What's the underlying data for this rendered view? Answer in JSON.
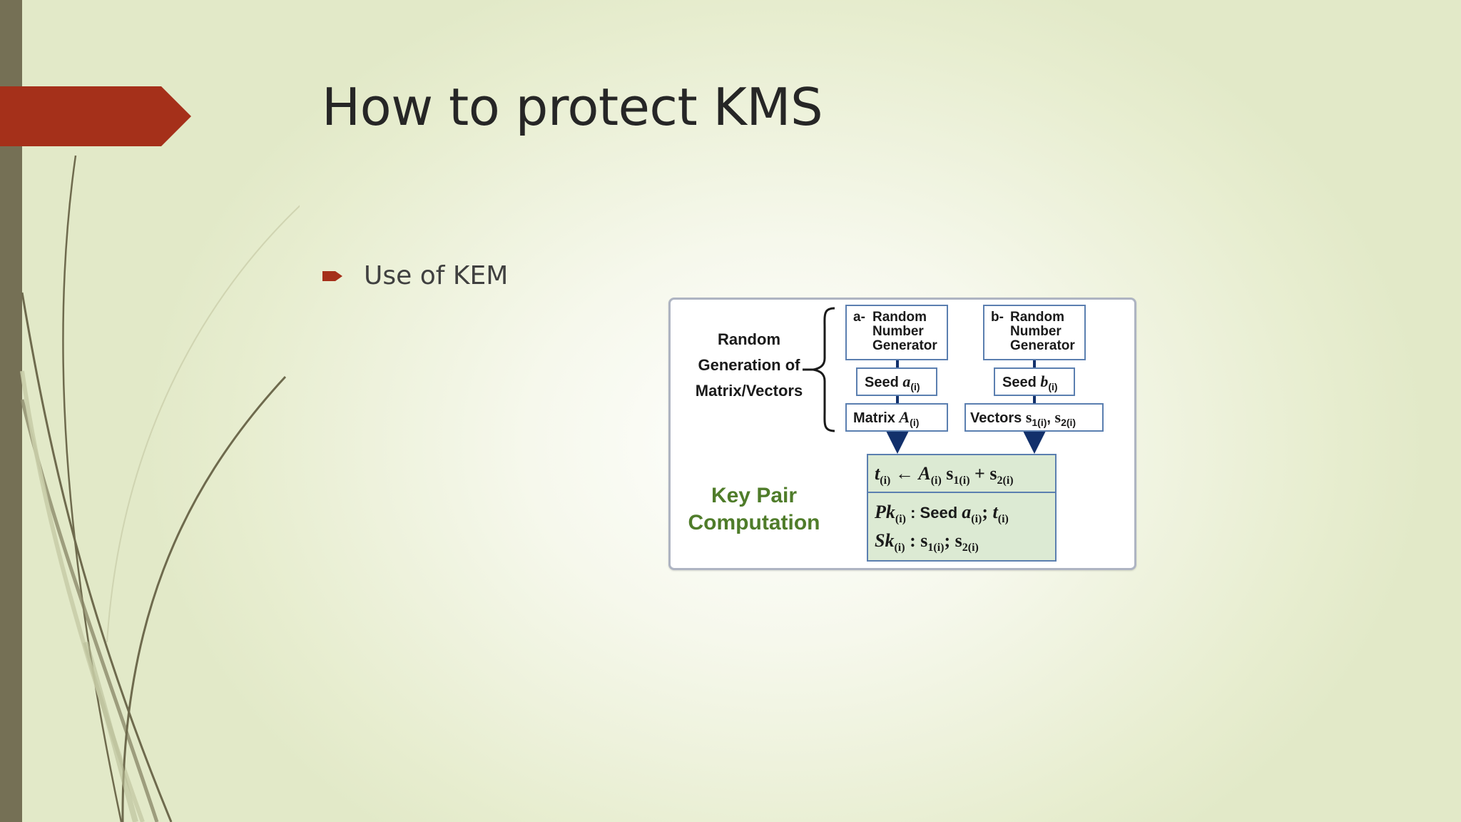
{
  "slide": {
    "title": "How to protect KMS",
    "bullet": "Use of KEM"
  },
  "diagram": {
    "section_random": [
      "Random",
      "Generation of",
      "Matrix/Vectors"
    ],
    "section_keypair": [
      "Key Pair",
      "Computation"
    ],
    "rng_a": {
      "prefix": "a-",
      "lines": [
        "Random",
        "Number",
        "Generator"
      ]
    },
    "rng_b": {
      "prefix": "b-",
      "lines": [
        "Random",
        "Number",
        "Generator"
      ]
    },
    "seed_a": {
      "label": "Seed ",
      "var": "a",
      "sub": "(i)"
    },
    "seed_b": {
      "label": "Seed ",
      "var": "b",
      "sub": "(i)"
    },
    "matrix": {
      "label": "Matrix ",
      "var": "A",
      "sub": "(i)"
    },
    "vectors": {
      "label": "Vectors ",
      "s1": "s",
      "s1_sub": "1(i)",
      "sep": ", ",
      "s2": "s",
      "s2_sub": "2(i)"
    },
    "equation": {
      "t": "t",
      "t_sub": "(i)",
      "arrow": " ← ",
      "A": "A",
      "A_sub": "(i)",
      "s1": " s",
      "s1_sub": "1(i)",
      "plus": " + ",
      "s2": "s",
      "s2_sub": "2(i)"
    },
    "pk": {
      "name": "Pk",
      "sub": "(i)",
      "text": " : Seed ",
      "a": "a",
      "a_sub": "(i)",
      "semi": "; ",
      "t": "t",
      "t_sub": "(i)"
    },
    "sk": {
      "name": "Sk",
      "sub": "(i)",
      "text": " : s",
      "s1_sub": "1(i)",
      "semi": "; s",
      "s2_sub": "2(i)"
    }
  },
  "colors": {
    "accent": "#a5301a",
    "side_bar": "#757055",
    "key_pair_text": "#4f7c2a",
    "keypair_box": "#dcead3",
    "box_border": "#5b7fb0",
    "arrow": "#12306b"
  }
}
